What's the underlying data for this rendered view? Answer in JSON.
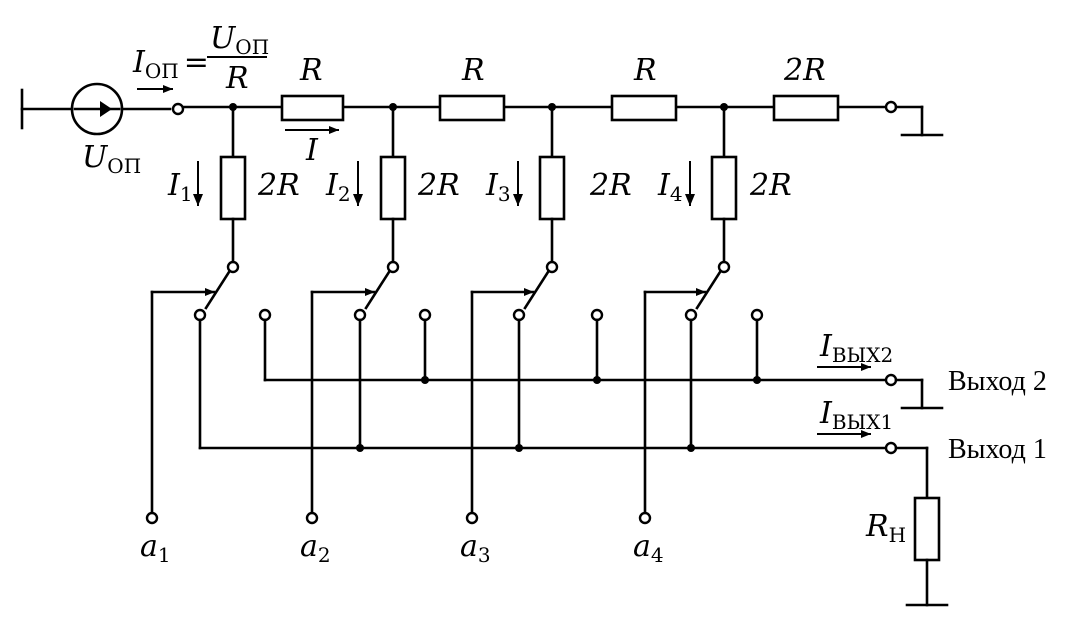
{
  "source": {
    "label_main": "U",
    "label_sub": "ОП"
  },
  "ref_current": {
    "lhs_main": "I",
    "lhs_sub": "ОП",
    "equals": "=",
    "num_main": "U",
    "num_sub": "ОП",
    "den": "R"
  },
  "ladder_current": {
    "label": "I"
  },
  "series_resistors": [
    "R",
    "R",
    "R",
    "2R"
  ],
  "branches": [
    {
      "current_main": "I",
      "current_sub": "1",
      "resistor": "2R",
      "input_main": "a",
      "input_sub": "1"
    },
    {
      "current_main": "I",
      "current_sub": "2",
      "resistor": "2R",
      "input_main": "a",
      "input_sub": "2"
    },
    {
      "current_main": "I",
      "current_sub": "3",
      "resistor": "2R",
      "input_main": "a",
      "input_sub": "3"
    },
    {
      "current_main": "I",
      "current_sub": "4",
      "resistor": "2R",
      "input_main": "a",
      "input_sub": "4"
    }
  ],
  "outputs": {
    "out2": {
      "label": "Выход 2",
      "current_main": "I",
      "current_sub": "ВЫХ2"
    },
    "out1": {
      "label": "Выход 1",
      "current_main": "I",
      "current_sub": "ВЫХ1"
    }
  },
  "load": {
    "label_main": "R",
    "label_sub": "Н"
  }
}
